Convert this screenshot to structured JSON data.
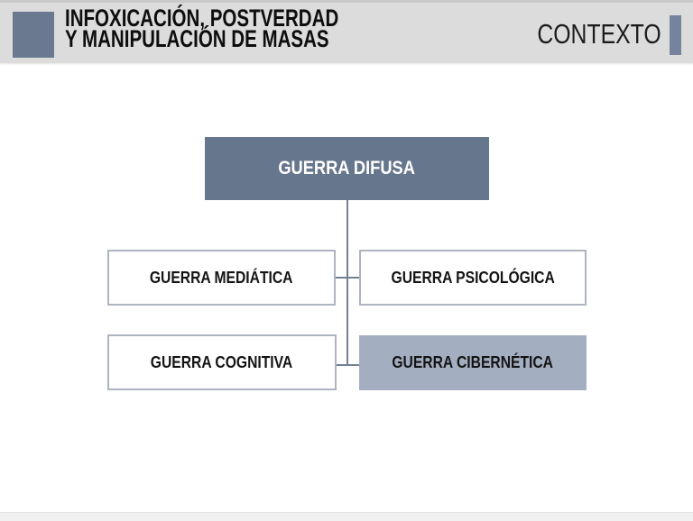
{
  "header": {
    "title_line1": "INFOXICACIÓN, POSTVERDAD",
    "title_line2": "Y MANIPULACIÓN DE MASAS",
    "context_label": "CONTEXTO"
  },
  "diagram": {
    "root": {
      "label": "GUERRA DIFUSA"
    },
    "children": [
      {
        "label": "GUERRA MEDIÁTICA",
        "variant": "outline"
      },
      {
        "label": "GUERRA PSICOLÓGICA",
        "variant": "outline"
      },
      {
        "label": "GUERRA COGNITIVA",
        "variant": "outline"
      },
      {
        "label": "GUERRA CIBERNÉTICA",
        "variant": "filled"
      }
    ]
  },
  "colors": {
    "header_bg": "#dcdcdc",
    "accent_square": "#6a7990",
    "context_bar": "#76839c",
    "root_node_fill": "#66768c",
    "root_node_text": "#ffffff",
    "filled_node_fill": "#a3aec0",
    "outline_node_border": "#aeb4be",
    "connector": "#73808f",
    "footer_strip": "#f1f1f1"
  }
}
